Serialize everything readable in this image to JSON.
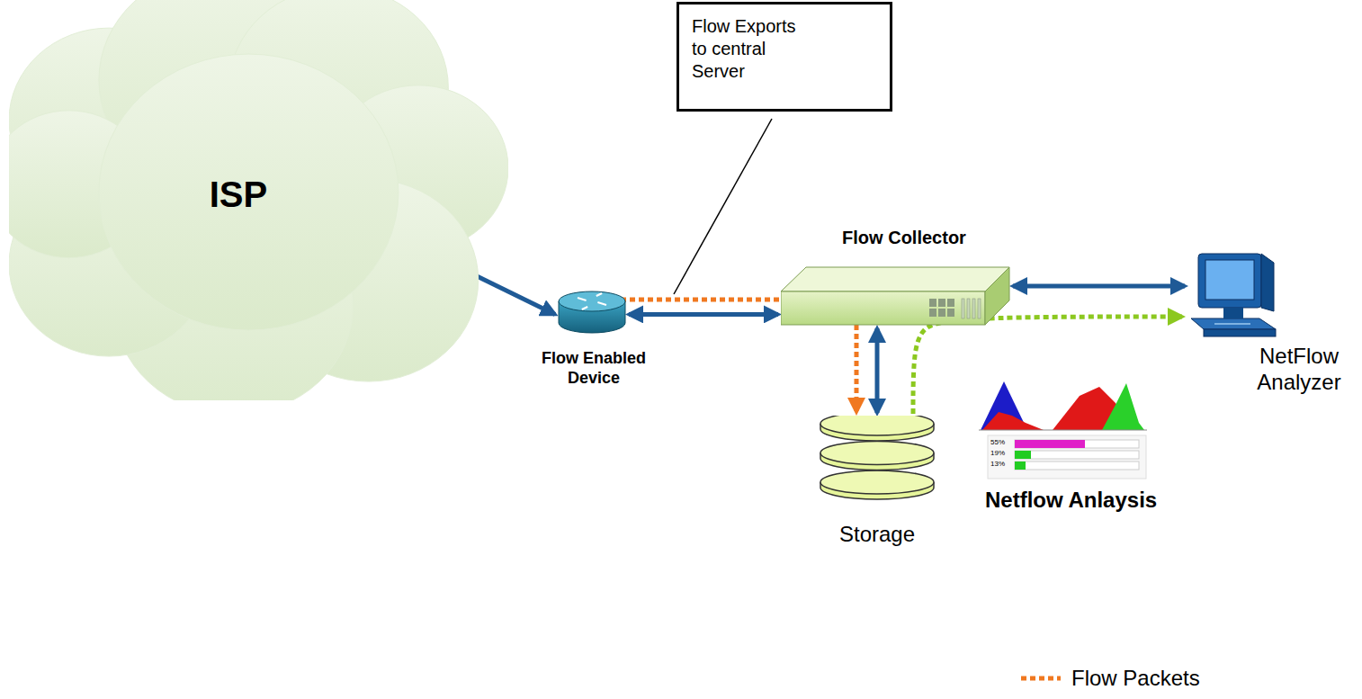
{
  "diagram": {
    "nodes": [
      {
        "text": [
          "Flow Exports to central Server"
        ]
      },
      {
        "text": [
          "ISP"
        ]
      },
      {
        "text": [
          "Flow Collector"
        ]
      },
      {
        "text": [
          "Flow Enabled Device"
        ]
      },
      {
        "text": [
          "NetFlow Analyzer"
        ]
      },
      {
        "text": [
          "Storage"
        ]
      }
    ],
    "edges": [
      {
        "from": 1,
        "to": 3,
        "arrow": "both"
      },
      {
        "from": 3,
        "to": 2,
        "arrow": "both"
      },
      {
        "from": 2,
        "to": 4,
        "arrow": "both"
      },
      {
        "from": 2,
        "to": 5,
        "arrow": "both"
      },
      {
        "from": 3,
        "to": 5,
        "arrow": "to"
      },
      {
        "from": 5,
        "to": 4,
        "arrow": "to"
      }
    ],
    "labels": [
      "Netflow Anlaysis",
      "55%",
      "19%",
      "13%"
    ],
    "legend": [
      {
        "text": "Flow Packets"
      }
    ]
  }
}
